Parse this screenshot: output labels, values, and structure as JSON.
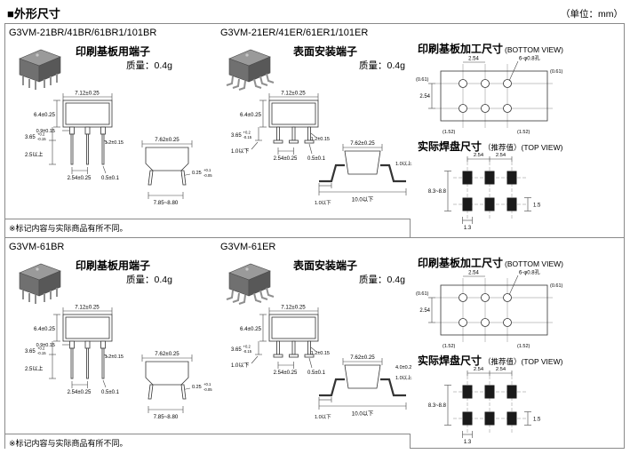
{
  "header": {
    "title": "■外形尺寸",
    "unit": "（单位：mm）"
  },
  "rows": [
    {
      "note": "※标记内容与实际商品有所不同。",
      "br": {
        "model": "G3VM-21BR/41BR/61BR1/101BR",
        "terminal": "印刷基板用端子",
        "weight": "质量：0.4g",
        "front": {
          "w": "7.12±0.25",
          "h": "6.4±0.25",
          "shoulder": "0.9±0.15",
          "lead_len": "3.65",
          "lead_len_tp": "+0.2",
          "lead_len_tm": "-0.15",
          "lead_min": "2.5以上",
          "pin_t": "1.2±0.15",
          "pitch": "2.54±0.25",
          "pin_w": "0.5±0.1"
        },
        "side": {
          "w": "7.62±0.25",
          "t": "0.25",
          "t_tp": "+0.1",
          "t_tm": "-0.05",
          "span": "7.85~8.80"
        }
      },
      "er": {
        "model": "G3VM-21ER/41ER/61ER1/101ER",
        "terminal": "表面安装端子",
        "weight": "质量：0.4g",
        "front": {
          "w": "7.12±0.25",
          "h": "6.4±0.25",
          "lead_len": "3.65",
          "lead_len_tp": "+0.2",
          "lead_len_tm": "-0.15",
          "foot": "1.0以下",
          "pin_t": "1.2±0.15",
          "pitch": "2.54±0.25",
          "pin_w": "0.5±0.1"
        },
        "side": {
          "w": "7.62±0.25",
          "standoff": "1.0以上",
          "foot": "1.0以下",
          "span": "10.0以下"
        }
      },
      "pcb": {
        "title": "印刷基板加工尺寸",
        "view": "(BOTTOM VIEW)",
        "pitch_h": "2.54",
        "pitch_v": "2.54",
        "holes": "6-φ0.8孔",
        "ref_tr": "(0.61)",
        "ref_l": "(0.61)",
        "ref_bl": "(1.52)",
        "ref_br": "(1.52)"
      },
      "pad": {
        "title": "实际焊盘尺寸",
        "view": "（推荐值）(TOP VIEW)",
        "pitch1": "2.54",
        "pitch2": "2.54",
        "span": "8.3~8.8",
        "w": "1.3",
        "h": "1.5"
      }
    },
    {
      "note": "※标记内容与实际商品有所不同。",
      "br": {
        "model": "G3VM-61BR",
        "terminal": "印刷基板用端子",
        "weight": "质量：0.4g",
        "front": {
          "w": "7.12±0.25",
          "h": "6.4±0.25",
          "shoulder": "0.9±0.15",
          "lead_len": "3.65",
          "lead_len_tp": "+0.2",
          "lead_len_tm": "-0.15",
          "lead_min": "2.5以上",
          "pin_t": "1.2±0.15",
          "pitch": "2.54±0.25",
          "pin_w": "0.5±0.1"
        },
        "side": {
          "w": "7.62±0.25",
          "t": "0.25",
          "t_tp": "+0.1",
          "t_tm": "-0.05",
          "span": "7.85~8.80"
        }
      },
      "er": {
        "model": "G3VM-61ER",
        "terminal": "表面安装端子",
        "weight": "质量：0.4g",
        "front": {
          "w": "7.12±0.25",
          "h": "6.4±0.25",
          "lead_len": "3.65",
          "lead_len_tp": "+0.2",
          "lead_len_tm": "-0.15",
          "foot": "1.0以下",
          "pin_t": "1.2±0.15",
          "pitch": "2.54±0.25",
          "pin_w": "0.5±0.1"
        },
        "side": {
          "w": "7.62±0.25",
          "h": "4.0±0.2",
          "standoff": "1.0以上",
          "foot": "1.0以下",
          "span": "10.0以下"
        }
      },
      "pcb": {
        "title": "印刷基板加工尺寸",
        "view": "(BOTTOM VIEW)",
        "pitch_h": "2.54",
        "pitch_v": "2.54",
        "holes": "6-φ0.8孔",
        "ref_tr": "(0.61)",
        "ref_l": "(0.61)",
        "ref_bl": "(1.52)",
        "ref_br": "(1.52)"
      },
      "pad": {
        "title": "实际焊盘尺寸",
        "view": "（推荐值）(TOP VIEW)",
        "pitch1": "2.54",
        "pitch2": "2.54",
        "span": "8.3~8.8",
        "w": "1.3",
        "h": "1.5"
      }
    }
  ]
}
